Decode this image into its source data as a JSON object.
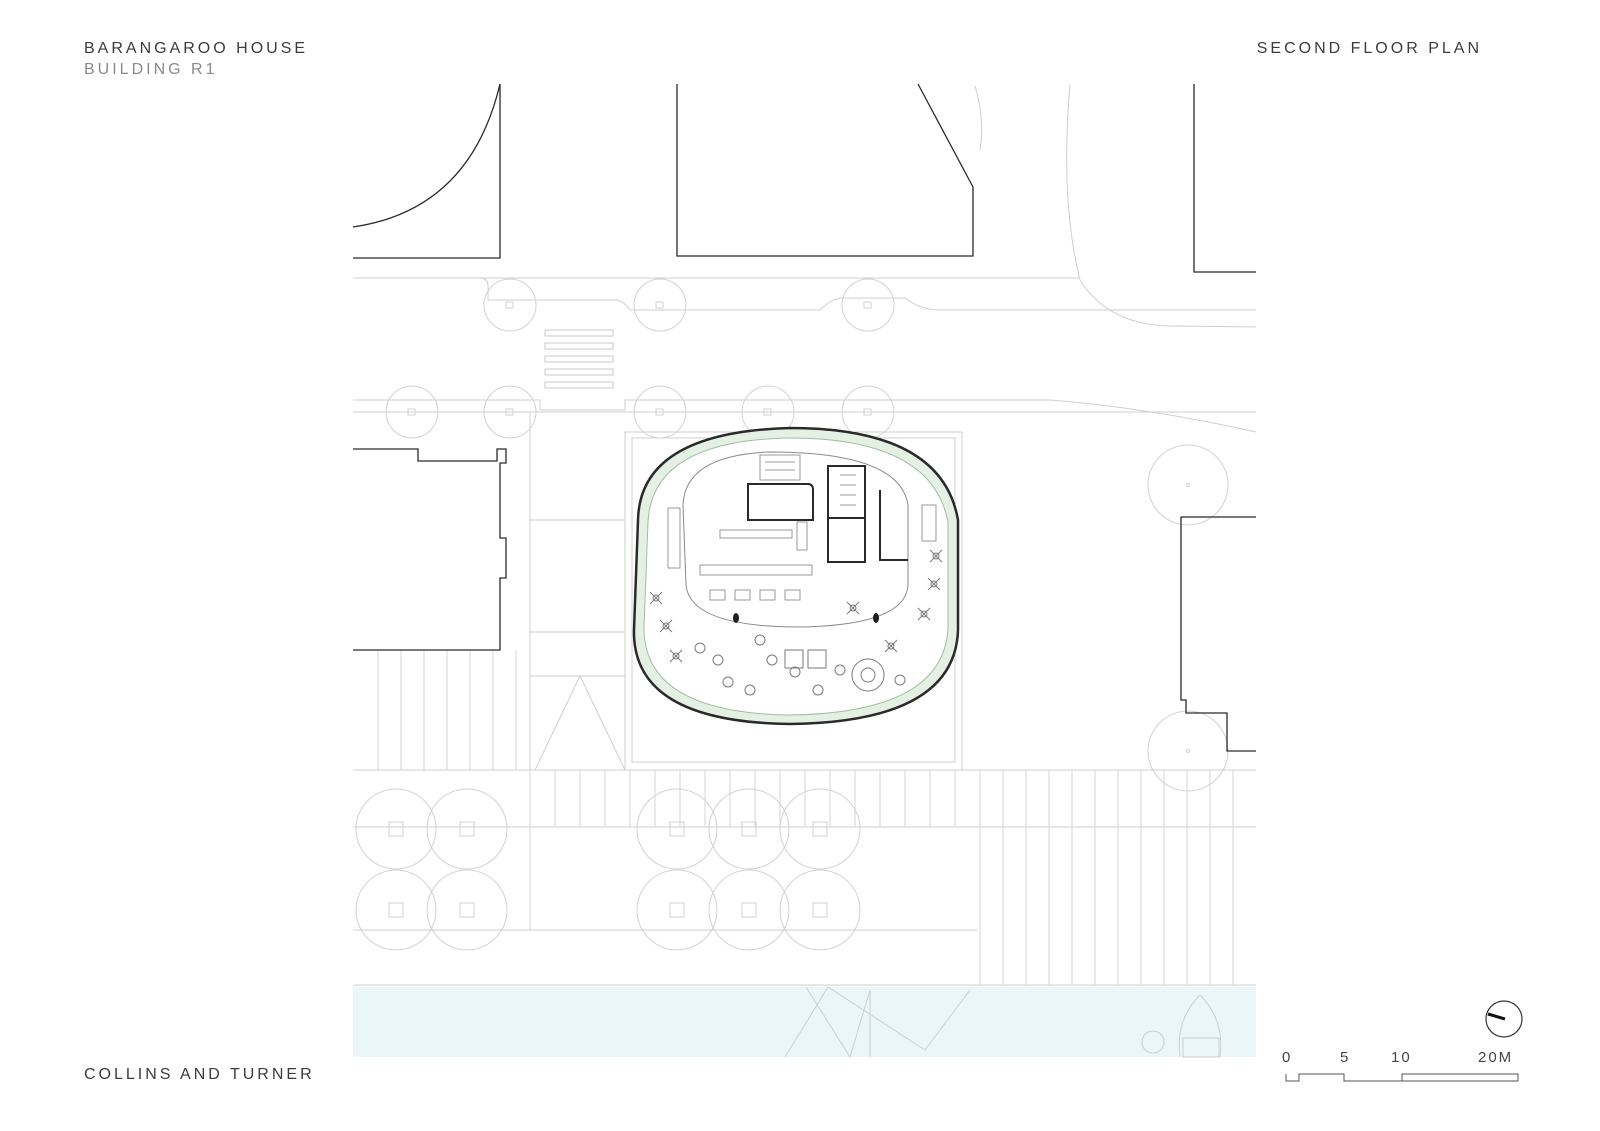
{
  "header": {
    "project_title": "BARANGAROO HOUSE",
    "project_subtitle": "BUILDING R1",
    "sheet_title": "SECOND FLOOR PLAN"
  },
  "footer": {
    "architect": "COLLINS AND TURNER"
  },
  "scale_bar": {
    "labels": [
      "0",
      "5",
      "10",
      "20M"
    ]
  },
  "icons": {
    "north_arrow": "north-arrow-icon"
  },
  "colors": {
    "line_dark": "#2a2a2a",
    "line_light": "#c8c8c8",
    "balcony_green": "#dfeee0",
    "water": "#eaf6fa"
  }
}
